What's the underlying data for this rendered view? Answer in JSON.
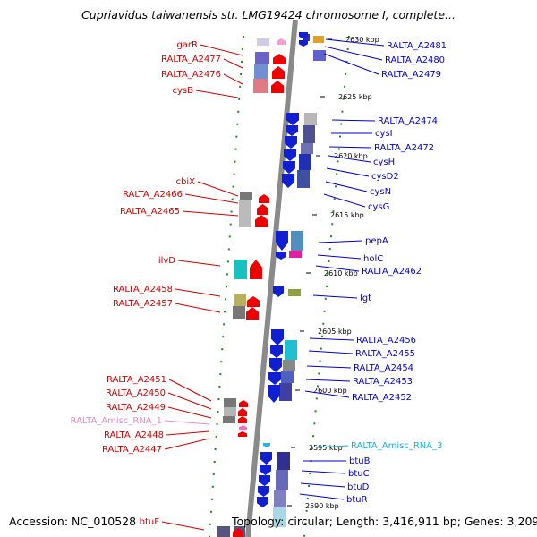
{
  "title": "Cupriavidus taiwanensis str. LMG19424 chromosome I, complete...",
  "footer": {
    "accession": "Accession: NC_010528",
    "topology": "Topology: circular; Length: 3,416,911 bp; Genes: 3,209"
  },
  "colors": {
    "left_label": "#cc0000",
    "right_label": "#0000cc",
    "rna_left": "#e58ac7",
    "rna_right": "#19b3cf",
    "backbone": "#808080",
    "dots": "#1a8a1a"
  },
  "kbp_marks": [
    "2630 kbp",
    "2625 kbp",
    "2620 kbp",
    "2615 kbp",
    "2610 kbp",
    "2605 kbp",
    "2600 kbp",
    "2595 kbp",
    "2590 kbp"
  ],
  "left_labels": [
    "garR",
    "RALTA_A2477",
    "RALTA_A2476",
    "cysB",
    "cbiX",
    "RALTA_A2466",
    "RALTA_A2465",
    "ilvD",
    "RALTA_A2458",
    "RALTA_A2457",
    "RALTA_A2451",
    "RALTA_A2450",
    "RALTA_A2449",
    "RALTA_Amisc_RNA_1",
    "RALTA_A2448",
    "RALTA_A2447",
    "btuF"
  ],
  "right_labels": [
    "RALTA_A2481",
    "RALTA_A2480",
    "RALTA_A2479",
    "RALTA_A2474",
    "cysI",
    "RALTA_A2472",
    "cysH",
    "cysD2",
    "cysN",
    "cysG",
    "pepA",
    "holC",
    "RALTA_A2462",
    "lgt",
    "RALTA_A2456",
    "RALTA_A2455",
    "RALTA_A2454",
    "RALTA_A2453",
    "RALTA_A2452",
    "RALTA_Amisc_RNA_3",
    "btuB",
    "btuC",
    "btuD",
    "btuR"
  ]
}
